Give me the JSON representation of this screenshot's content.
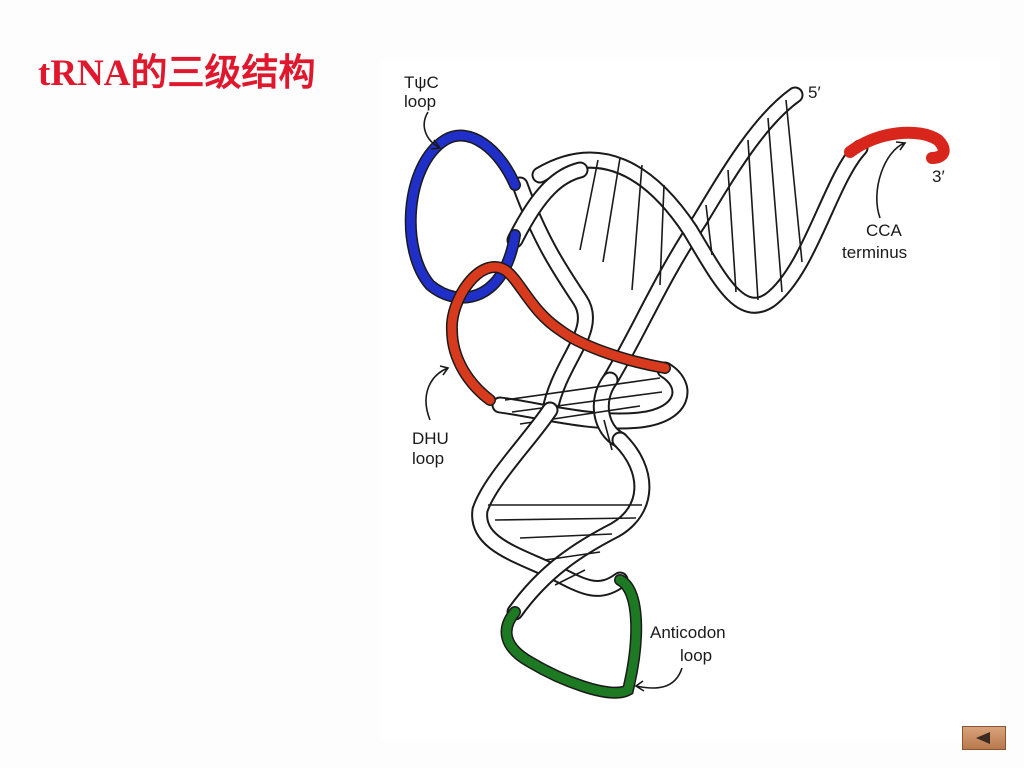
{
  "title": "tRNA的三级结构",
  "labels": {
    "tpsic_line1": "TψC",
    "tpsic_line2": "loop",
    "five_prime": "5′",
    "three_prime": "3′",
    "cca_line1": "CCA",
    "cca_line2": "terminus",
    "dhu_line1": "DHU",
    "dhu_line2": "loop",
    "anticodon_line1": "Anticodon",
    "anticodon_line2": "loop"
  },
  "colors": {
    "title": "#e0182e",
    "tpsic_loop": "#1f2fc8",
    "dhu_loop": "#d83a1e",
    "cca_terminus": "#d8261c",
    "anticodon_loop": "#1e7a22"
  },
  "nav": {
    "back_icon": "triangle-left-icon"
  }
}
